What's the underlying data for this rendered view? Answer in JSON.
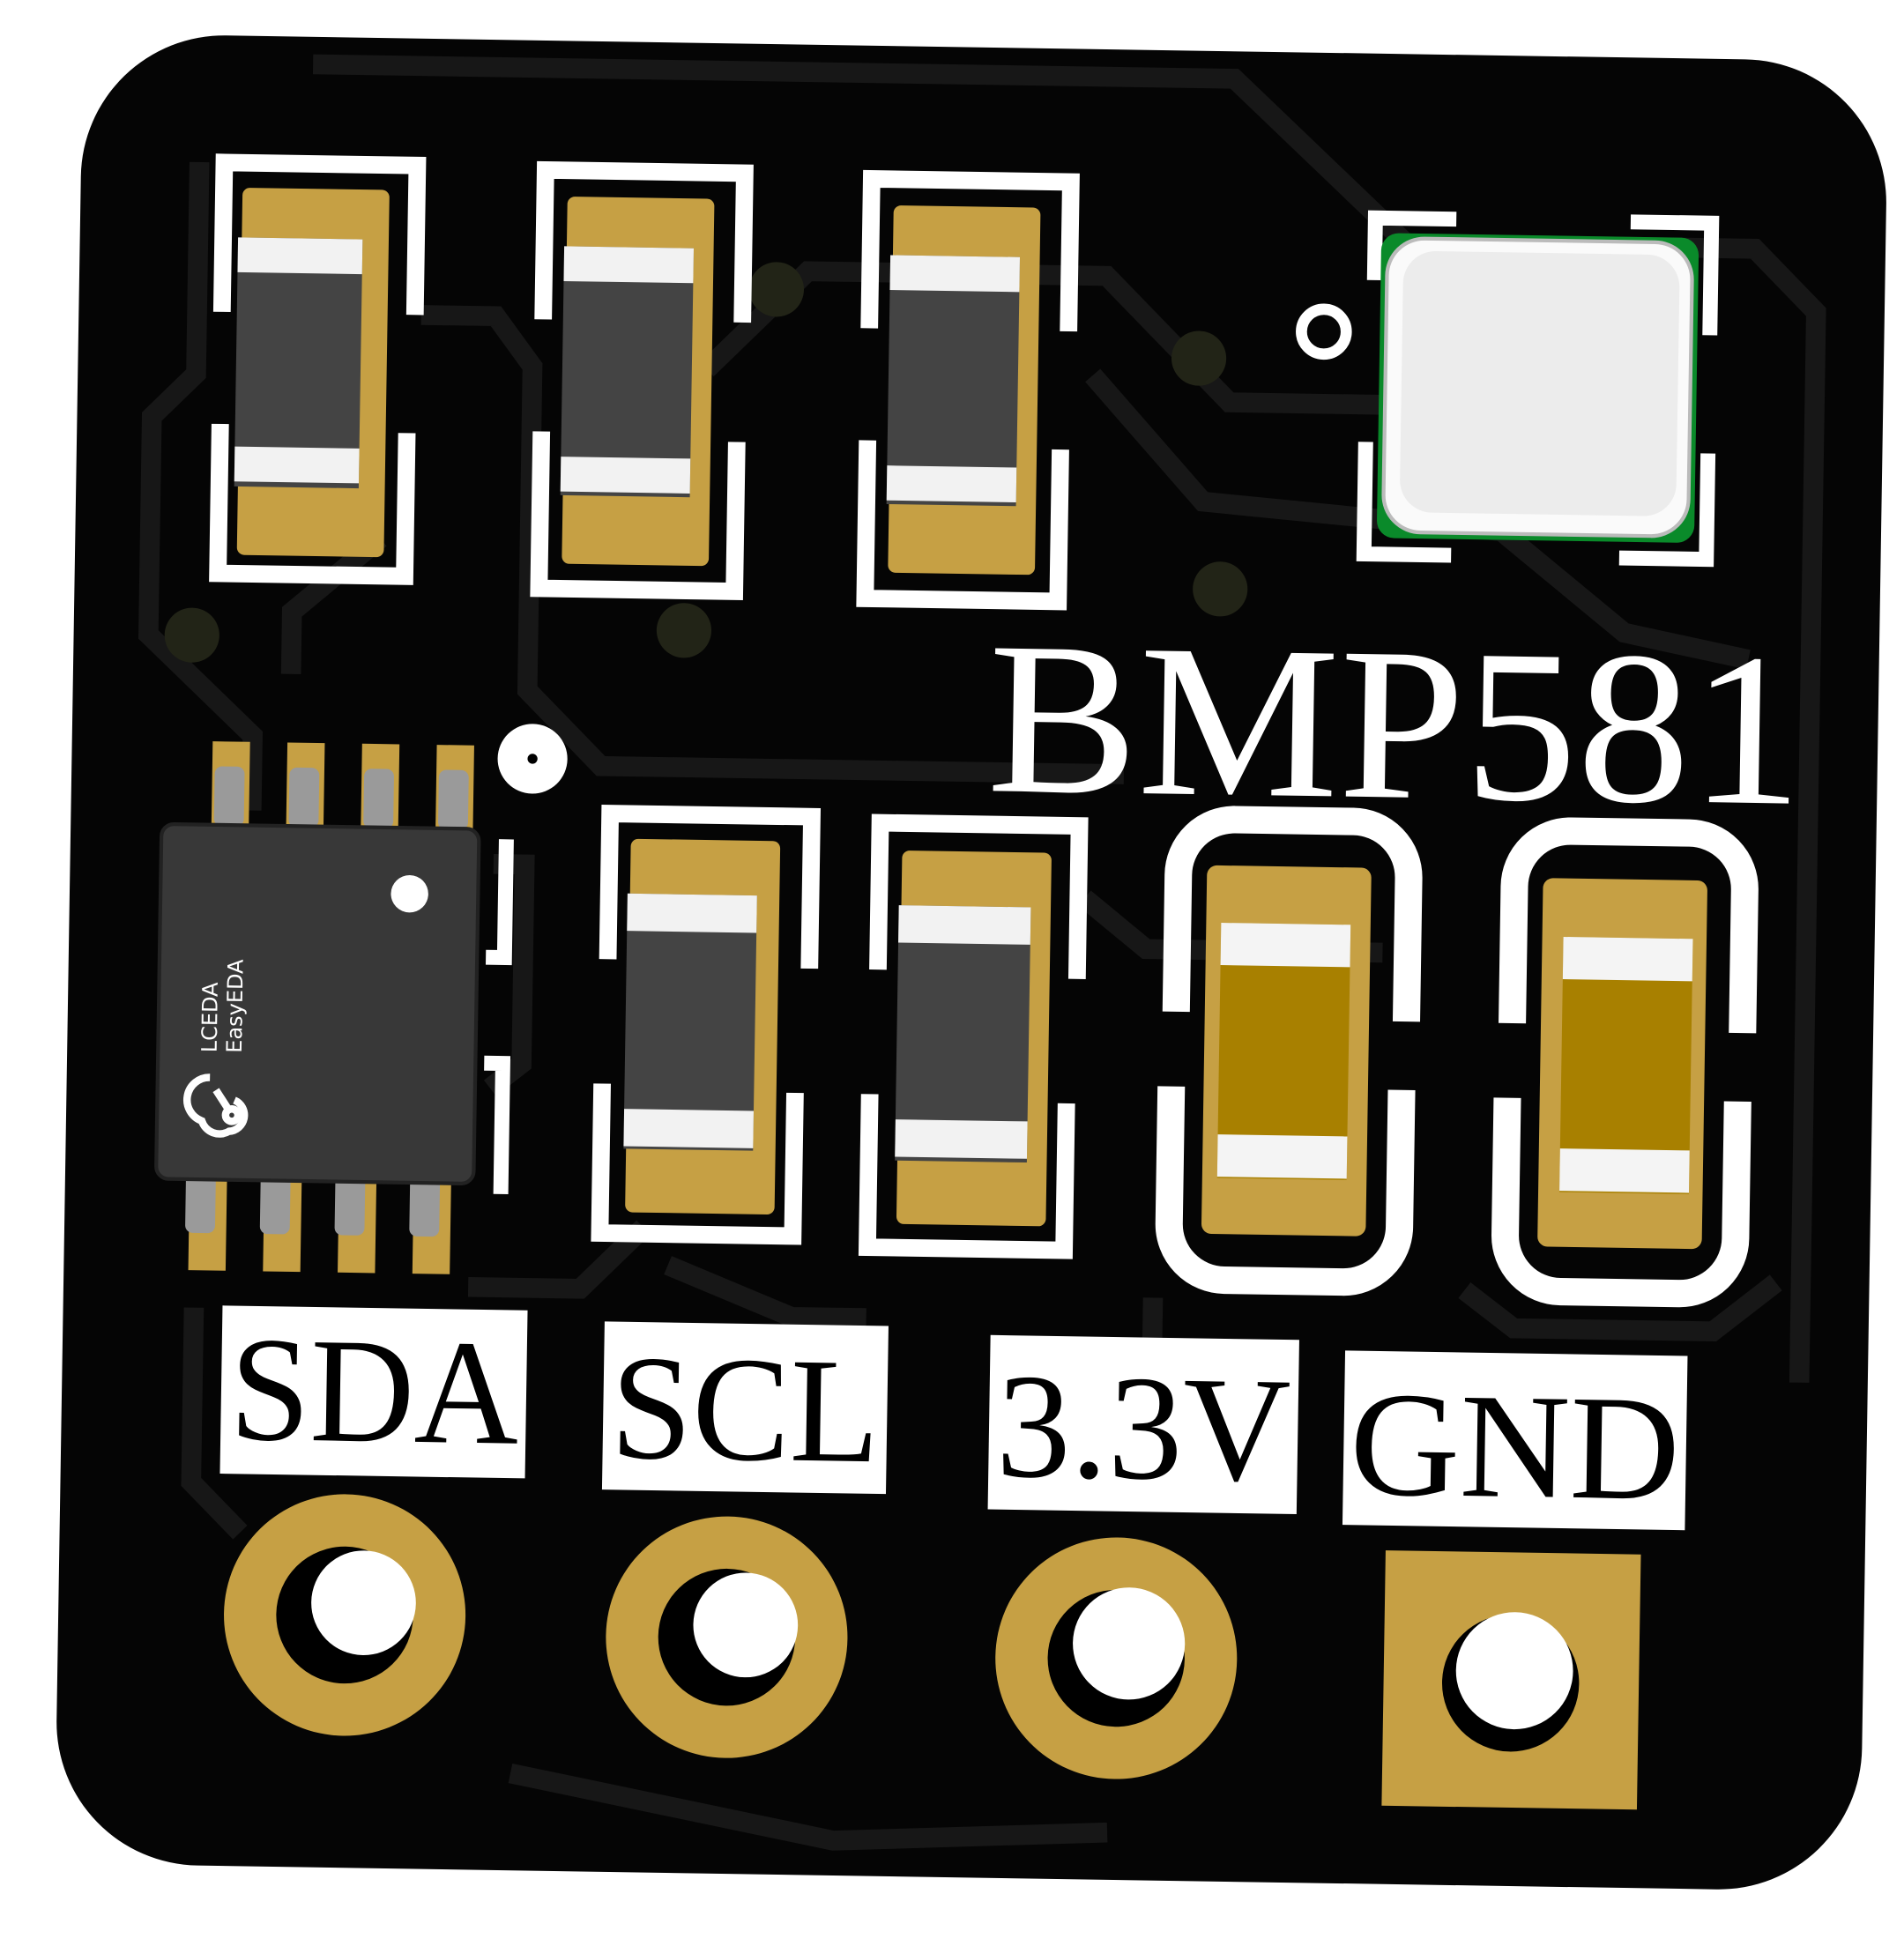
{
  "board": {
    "title": "BMP581",
    "ic_marking": [
      "LCEDA",
      "EasyEDA"
    ],
    "pins": [
      {
        "label": "SDA",
        "shape": "round"
      },
      {
        "label": "SCL",
        "shape": "round"
      },
      {
        "label": "3.3V",
        "shape": "round"
      },
      {
        "label": "GND",
        "shape": "square"
      }
    ]
  },
  "colors": {
    "board": "#050505",
    "trace": "#141414",
    "copper": "#c6a044",
    "silkscreen": "#ffffff",
    "resistor_body": "#444444",
    "capacitor_body": "#a88000",
    "sensor": "#eeeeee"
  }
}
